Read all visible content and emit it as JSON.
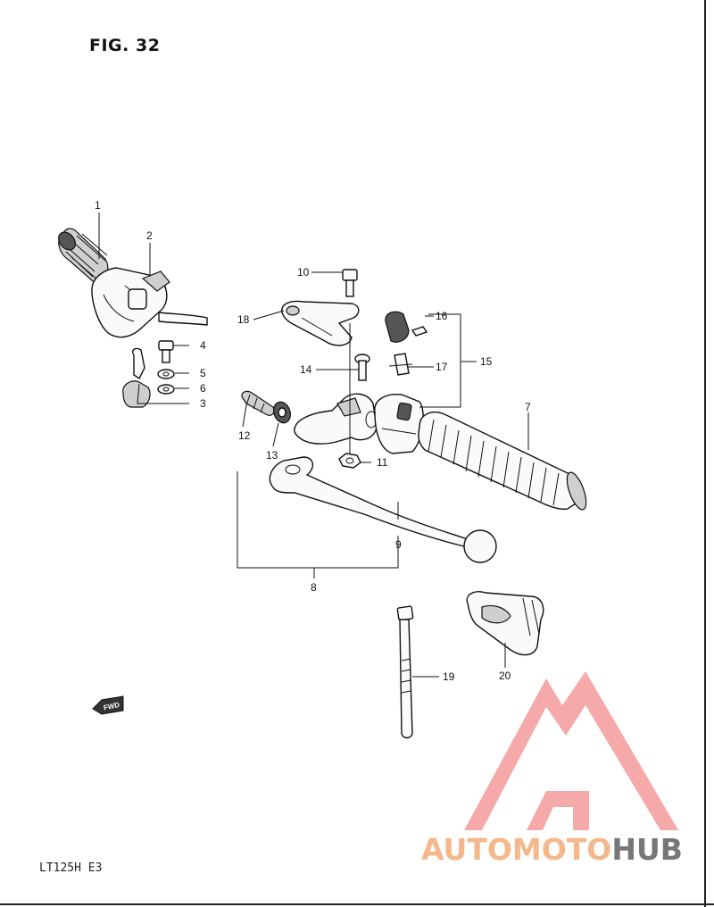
{
  "figure": {
    "title": "FIG. 32",
    "model_code": "LT125H  E3"
  },
  "fwd_badge": {
    "label": "FWD"
  },
  "callouts": [
    {
      "num": "1"
    },
    {
      "num": "2"
    },
    {
      "num": "3"
    },
    {
      "num": "4"
    },
    {
      "num": "5"
    },
    {
      "num": "6"
    },
    {
      "num": "7"
    },
    {
      "num": "8"
    },
    {
      "num": "9"
    },
    {
      "num": "10"
    },
    {
      "num": "11"
    },
    {
      "num": "12"
    },
    {
      "num": "13"
    },
    {
      "num": "14"
    },
    {
      "num": "15"
    },
    {
      "num": "16"
    },
    {
      "num": "17"
    },
    {
      "num": "18"
    },
    {
      "num": "19"
    },
    {
      "num": "20"
    }
  ],
  "watermark": {
    "text_accent": "AUTOMOTO",
    "text_dark": "HUB",
    "accent_color": "#f6b88a",
    "logo_color": "#f59b9b",
    "dark_color": "#777777"
  }
}
